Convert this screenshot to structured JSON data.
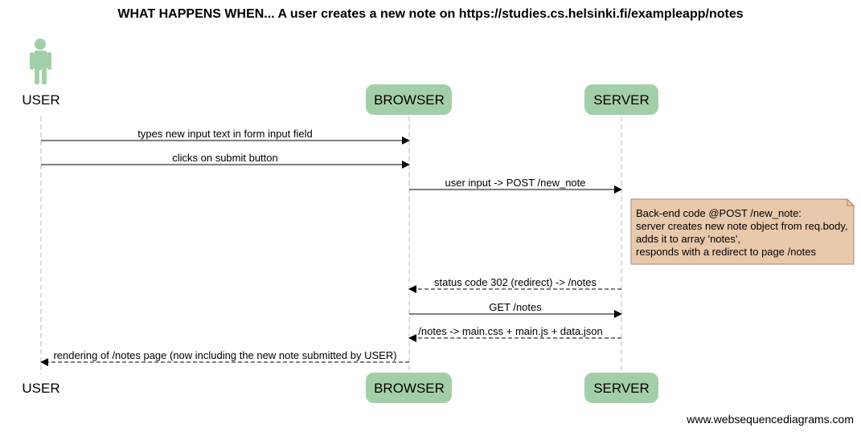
{
  "title": "WHAT HAPPENS WHEN... A user creates a new note on https://studies.cs.helsinki.fi/exampleapp/notes",
  "participants": {
    "user": "USER",
    "browser": "BROWSER",
    "server": "SERVER"
  },
  "messages": [
    {
      "from": "user",
      "to": "browser",
      "label": "types new input text in form input field",
      "style": "solid"
    },
    {
      "from": "user",
      "to": "browser",
      "label": "clicks on submit button",
      "style": "solid"
    },
    {
      "from": "browser",
      "to": "server",
      "label": "user input -> POST /new_note",
      "style": "solid"
    },
    {
      "from": "server",
      "to": "browser",
      "label": "status code 302 (redirect) -> /notes",
      "style": "dashed"
    },
    {
      "from": "browser",
      "to": "server",
      "label": "GET /notes",
      "style": "solid"
    },
    {
      "from": "server",
      "to": "browser",
      "label": "/notes -> main.css + main.js + data.json",
      "style": "dashed"
    },
    {
      "from": "browser",
      "to": "user",
      "label": "rendering of /notes page (now including the new note submitted by USER)",
      "style": "dashed"
    }
  ],
  "note": {
    "over": "server",
    "lines": [
      "Back-end code @POST /new_note:",
      "server creates new note object from req.body,",
      "adds it to array 'notes',",
      "responds with a redirect to page /notes"
    ]
  },
  "colors": {
    "participant_box": "#a3cfa8",
    "actor_figure": "#a3cfa8",
    "note_fill": "#e9c9ab",
    "note_border": "#9a8a7a",
    "lifeline": "#bbbbbb"
  },
  "footer": "www.websequencediagrams.com"
}
